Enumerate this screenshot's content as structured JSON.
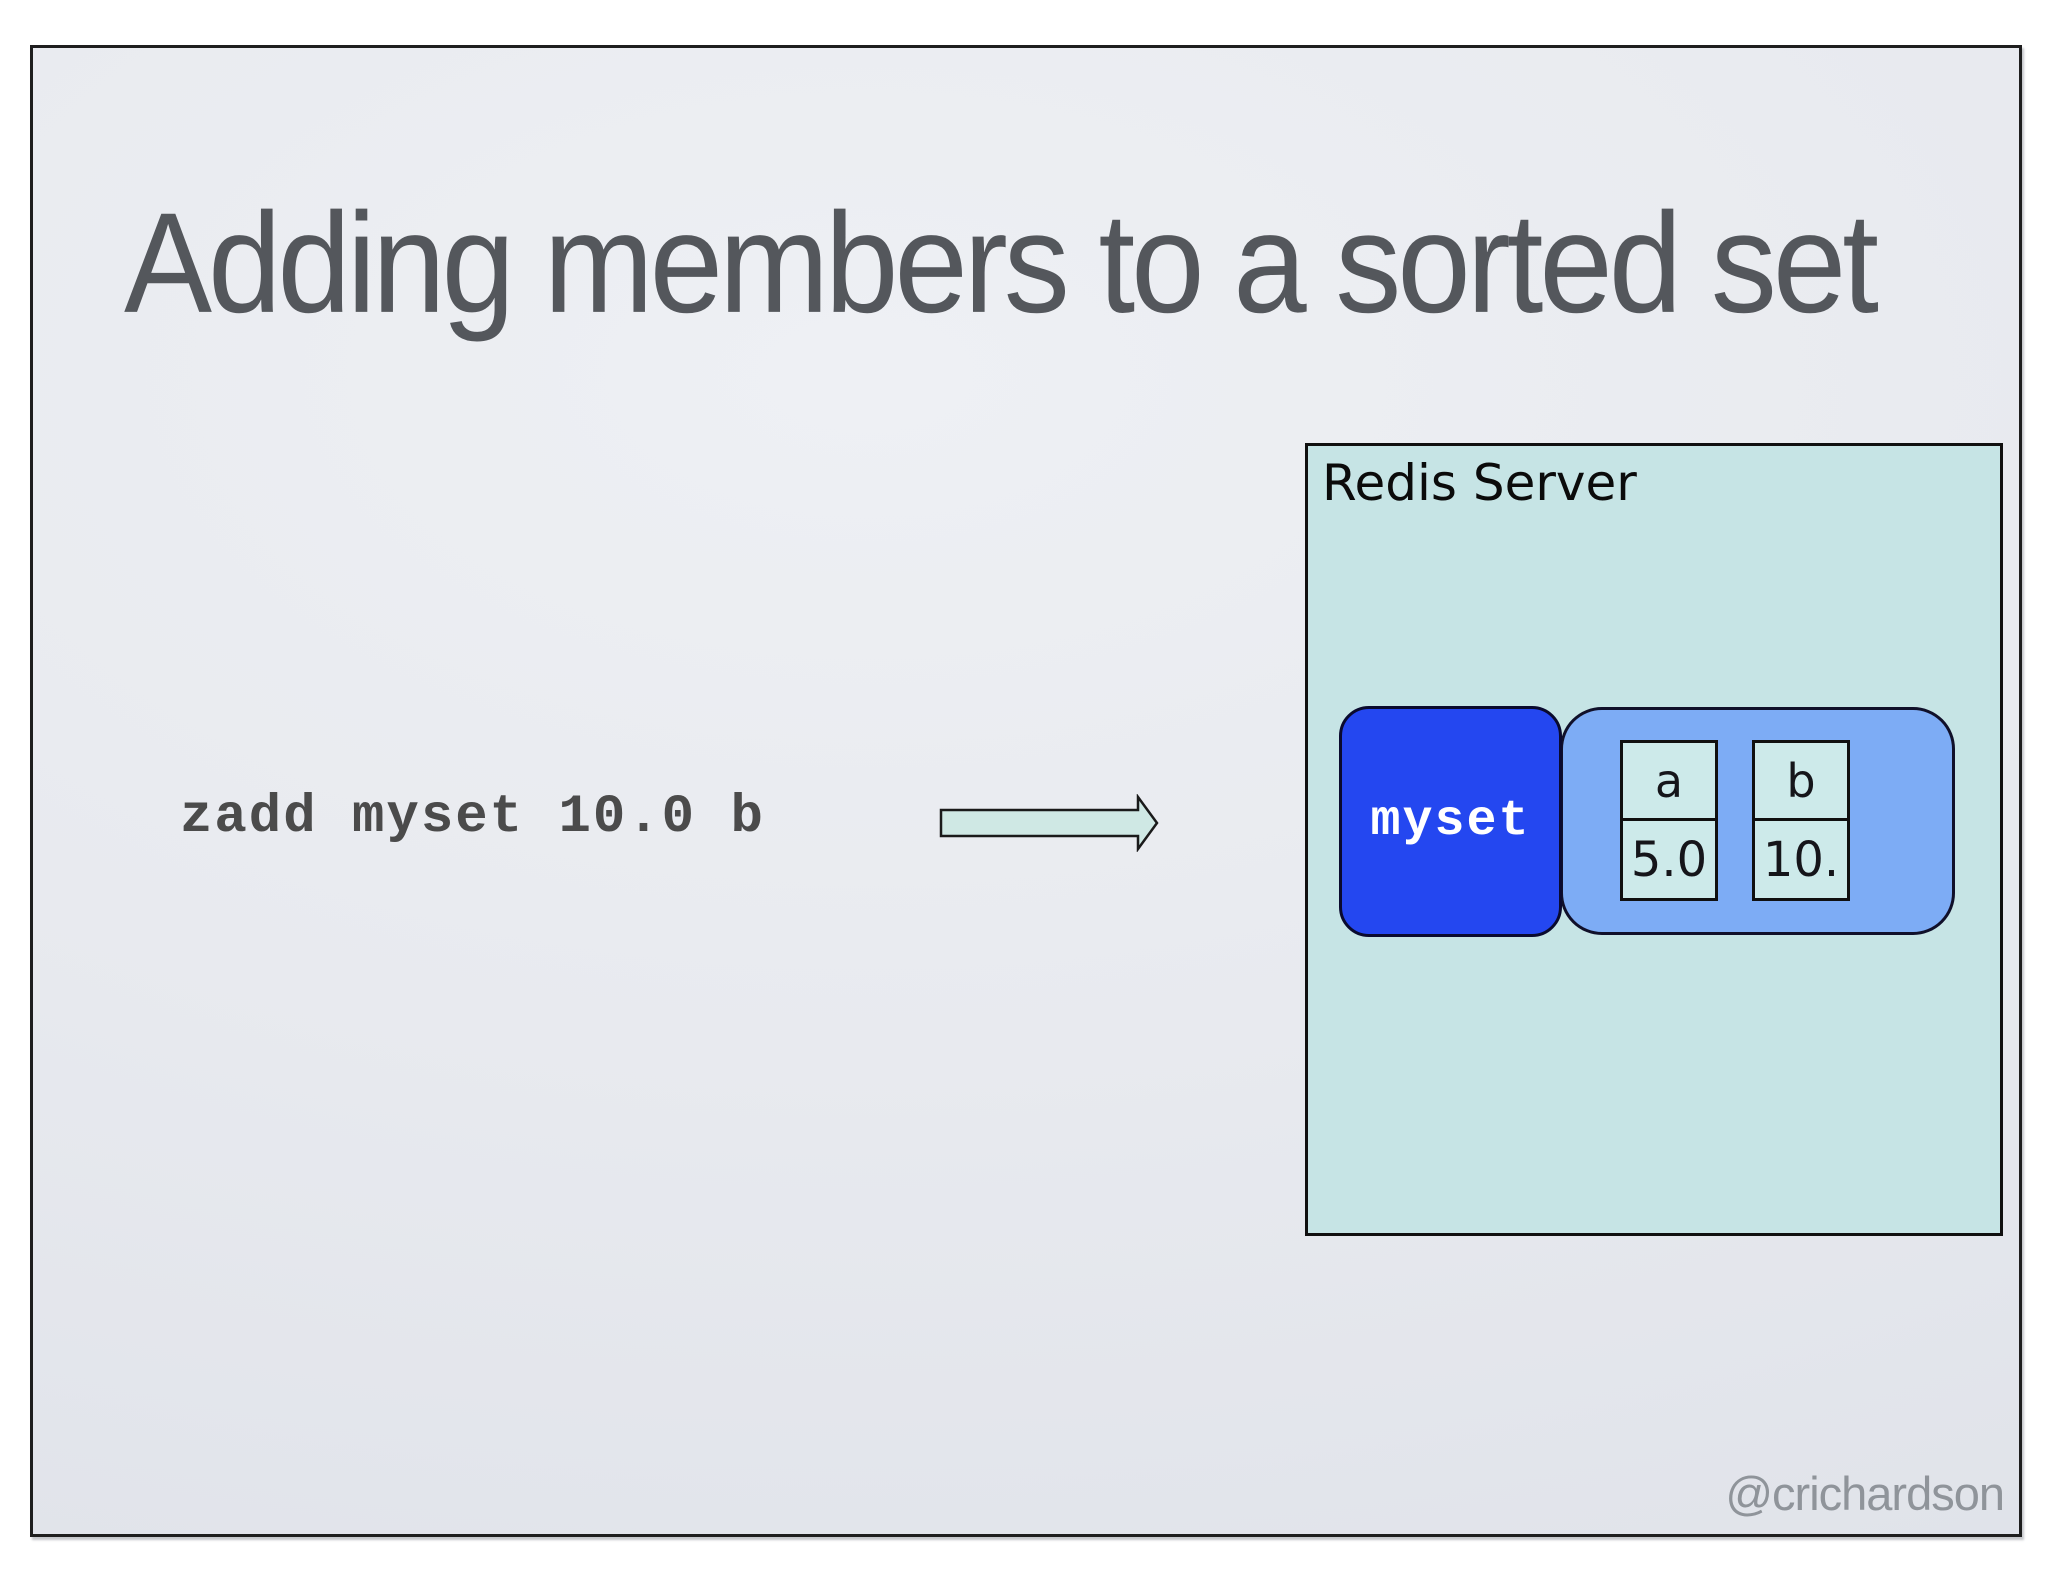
{
  "title": "Adding members to a sorted set",
  "command": "zadd myset 10.0 b",
  "watermark": "@crichardson",
  "server": {
    "label": "Redis Server",
    "key_label": "myset",
    "members": [
      {
        "member": "a",
        "score": "5.0"
      },
      {
        "member": "b",
        "score": "10."
      }
    ]
  },
  "colors": {
    "slide_background": "#e7e9ee",
    "slide_border": "#1e1e1e",
    "server_fill": "#c6e4e5",
    "server_border": "#101010",
    "key_fill": "#2447f0",
    "key_text": "#ffffff",
    "members_fill": "#7dacf5",
    "cell_fill": "#cdeaea",
    "arrow_fill": "#cfe8e4",
    "title_text": "#54575c",
    "command_text": "#4b4b4b",
    "watermark_text": "#8f949a"
  }
}
